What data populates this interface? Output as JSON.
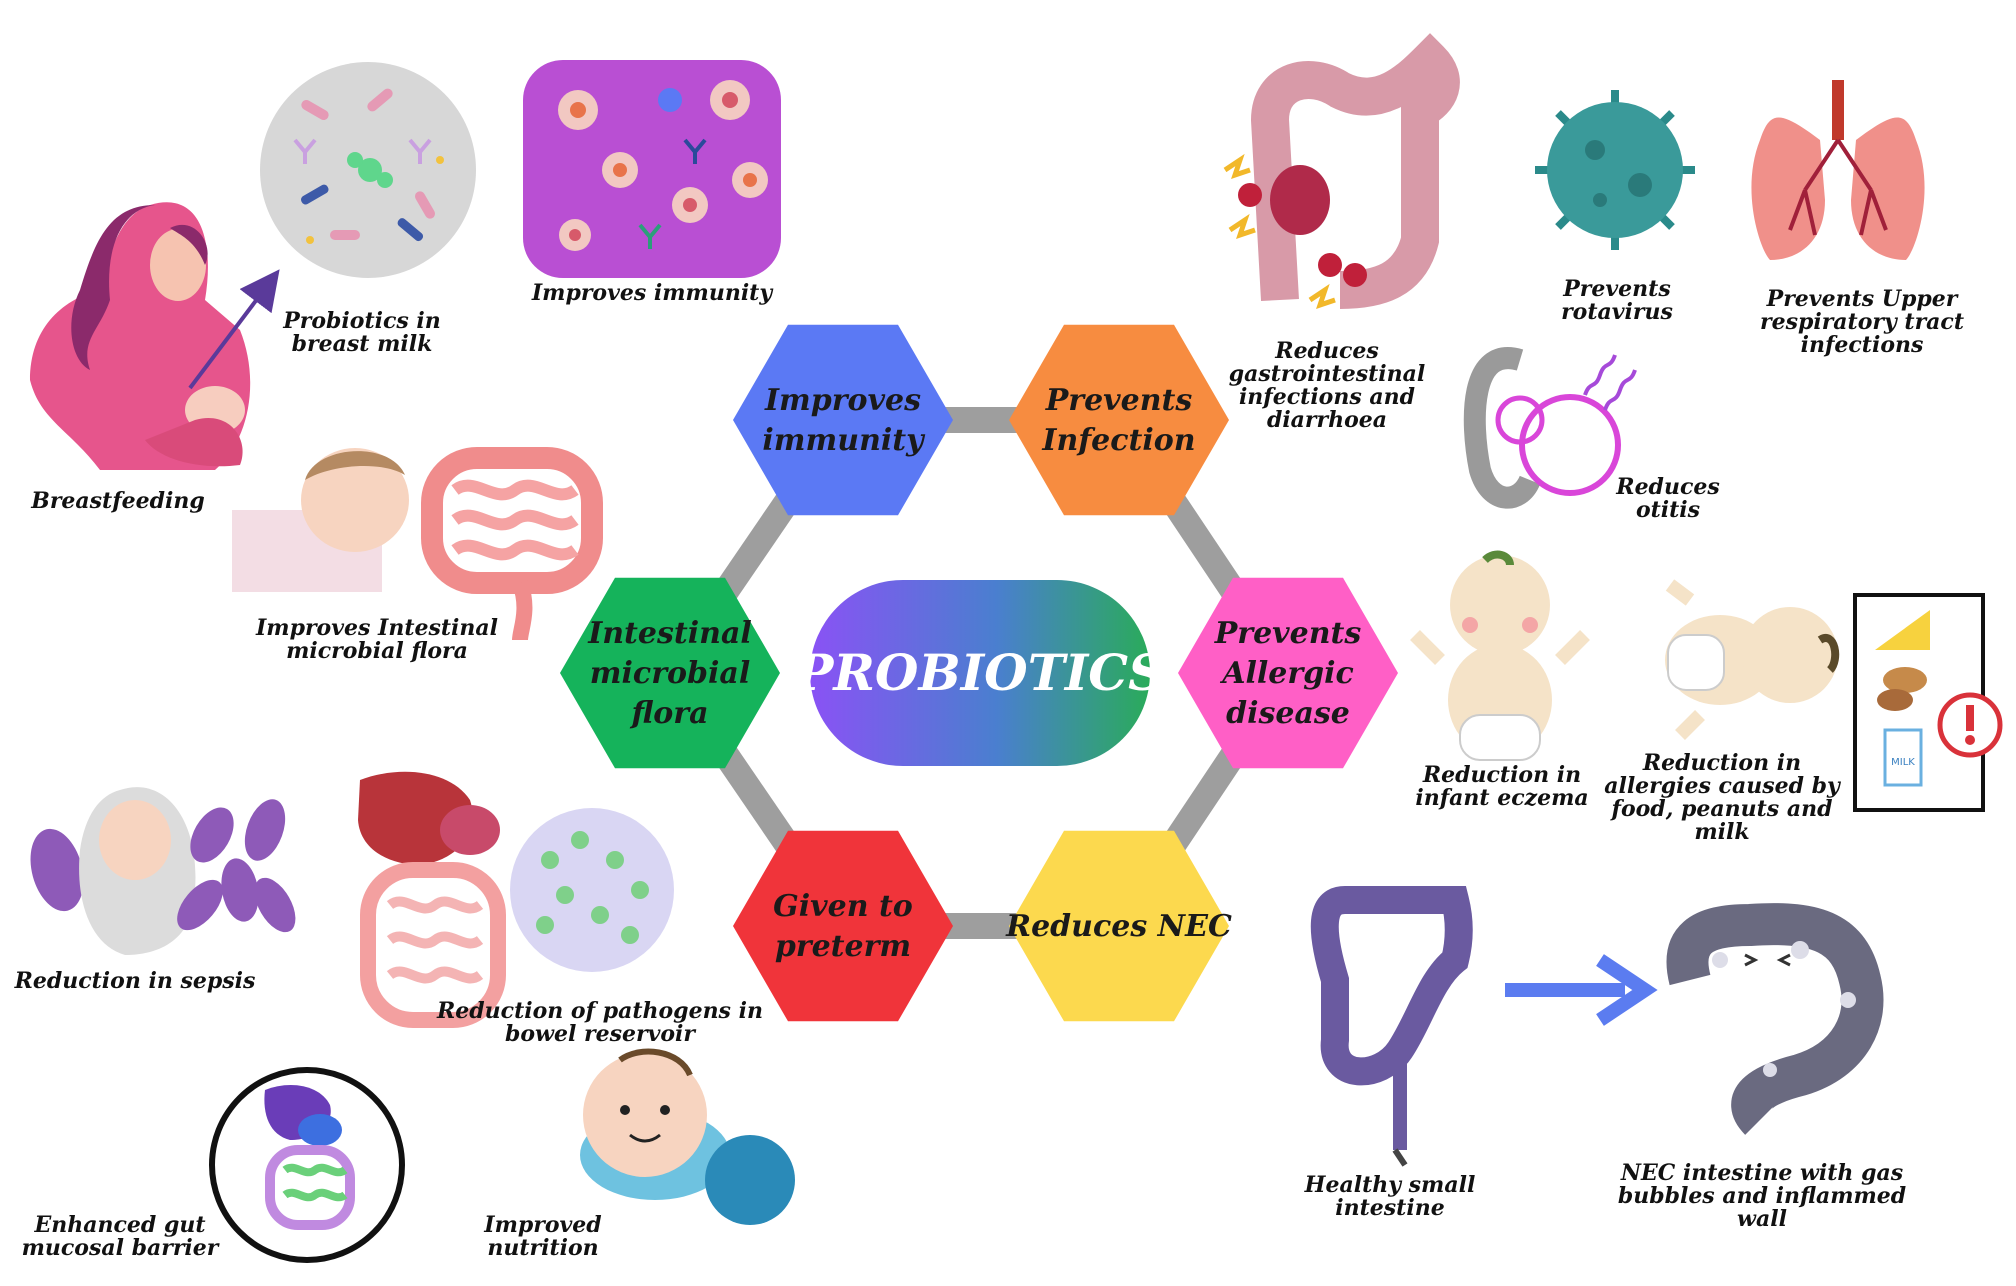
{
  "center": {
    "label": "PROBIOTICS"
  },
  "hexagons": [
    {
      "id": "immunity",
      "lines": [
        "Improves",
        "immunity"
      ],
      "color": "#5b79f4"
    },
    {
      "id": "infection",
      "lines": [
        "Prevents",
        "Infection"
      ],
      "color": "#f78c40"
    },
    {
      "id": "allergic",
      "lines": [
        "Prevents",
        "Allergic",
        "disease"
      ],
      "color": "#ff5fc6"
    },
    {
      "id": "nec",
      "lines": [
        "Reduces NEC"
      ],
      "color": "#fcd94e"
    },
    {
      "id": "preterm",
      "lines": [
        "Given to",
        "preterm"
      ],
      "color": "#f0343a"
    },
    {
      "id": "flora",
      "lines": [
        "Intestinal",
        "microbial",
        "flora"
      ],
      "color": "#15b35b"
    }
  ],
  "captions": {
    "probiotics_milk": [
      "Probiotics in",
      "breast milk"
    ],
    "breastfeeding": [
      "Breastfeeding"
    ],
    "improves_immunity": [
      "Improves immunity"
    ],
    "intestinal_flora": [
      "Improves Intestinal",
      "microbial flora"
    ],
    "sepsis": [
      "Reduction in sepsis"
    ],
    "pathogens": [
      "Reduction of pathogens in",
      "bowel reservoir"
    ],
    "mucosal": [
      "Enhanced gut",
      "mucosal barrier"
    ],
    "nutrition": [
      "Improved",
      "nutrition"
    ],
    "gi_infections": [
      "Reduces",
      "gastrointestinal",
      "infections and",
      "diarrhoea"
    ],
    "rotavirus": [
      "Prevents",
      "rotavirus"
    ],
    "respiratory": [
      "Prevents Upper",
      "respiratory tract",
      "infections"
    ],
    "otitis": [
      "Reduces",
      "otitis"
    ],
    "eczema": [
      "Reduction in",
      "infant eczema"
    ],
    "food_allergy": [
      "Reduction in",
      "allergies caused by",
      "food, peanuts and",
      "milk"
    ],
    "healthy_intestine": [
      "Healthy small",
      "intestine"
    ],
    "nec_intestine": [
      "NEC intestine with gas",
      "bubbles and inflammed",
      "wall"
    ]
  },
  "milk_carton_text": "MILK",
  "colors": {
    "center_gradient_start": "#8a52f5",
    "center_gradient_end": "#2aab5a",
    "connector": "#9e9e9e",
    "arrow": "#5b7cf0"
  }
}
